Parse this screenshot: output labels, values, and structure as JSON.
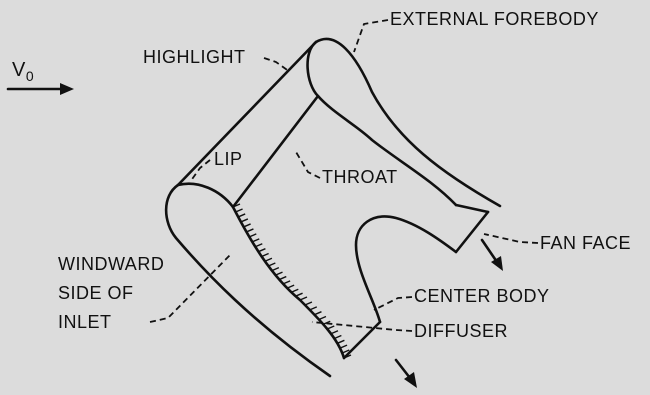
{
  "labels": {
    "v0_main": "V",
    "v0_sub": "0",
    "external_forebody": "EXTERNAL FOREBODY",
    "highlight": "HIGHLIGHT",
    "lip": "LIP",
    "throat": "THROAT",
    "fan_face": "FAN FACE",
    "windward_line1": "WINDWARD",
    "windward_line2": "SIDE OF",
    "windward_line3": "INLET",
    "center_body": "CENTER BODY",
    "diffuser": "DIFFUSER"
  },
  "colors": {
    "background": "#dcdcdc",
    "ink": "#111111"
  }
}
